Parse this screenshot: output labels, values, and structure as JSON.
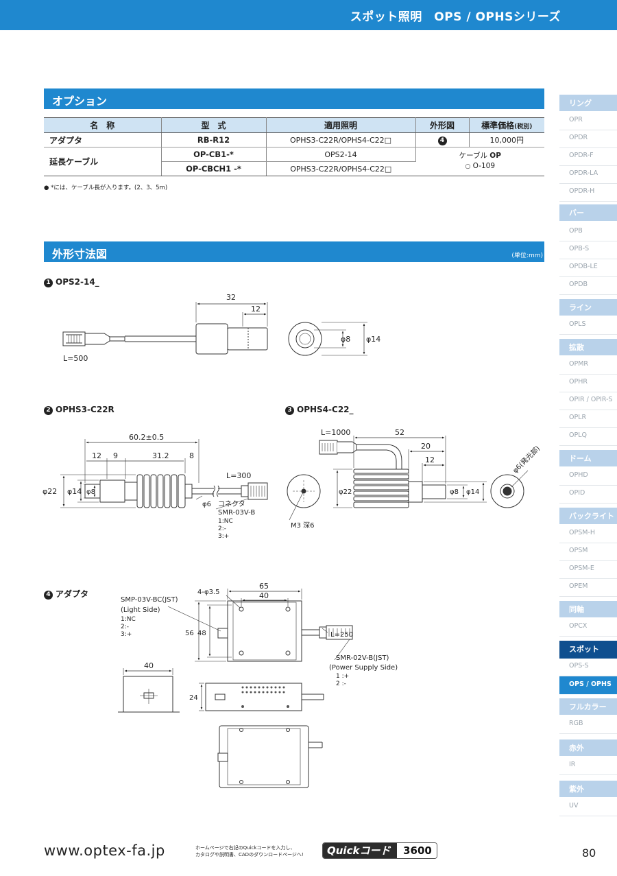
{
  "header": {
    "title": "スポット照明　OPS / OPHSシリーズ"
  },
  "options": {
    "heading": "オプション",
    "columns": [
      "名　称",
      "型　式",
      "適用照明",
      "外形図",
      "標準価格"
    ],
    "price_suffix": "(税別)",
    "rows": [
      {
        "name": "アダプタ",
        "model": "RB-R12",
        "applies": "OPHS3-C22R/OPHS4-C22□",
        "fig": "4",
        "price": "10,000円"
      },
      {
        "name": "延長ケーブル",
        "model": "OP-CB1-*",
        "applies": "OPS2-14",
        "cable_line1": "ケーブル",
        "cable_bold": "OP",
        "cable_line2": "O-109"
      },
      {
        "model": "OP-CBCH1 -*",
        "applies": "OPHS3-C22R/OPHS4-C22□"
      }
    ],
    "note": "● *には、ケーブル長が入ります。(2、3、5m)"
  },
  "dimensions": {
    "heading": "外形寸法図",
    "unit": "(単位:mm)",
    "fig1": {
      "num": "1",
      "title": "OPS2-14_",
      "labels": {
        "len": "32",
        "tip": "12",
        "d_inner": "φ8",
        "d_outer": "φ14",
        "cable": "L=500"
      }
    },
    "fig2": {
      "num": "2",
      "title": "OPHS3-C22R",
      "labels": {
        "total": "60.2±0.5",
        "a": "12",
        "b": "9",
        "c": "31.2",
        "d": "8",
        "d22": "φ22",
        "d14": "φ14",
        "d8": "φ8",
        "d6": "φ6",
        "cable": "L=300",
        "conn": "コネクタ",
        "conn_model": "SMR-03V-B",
        "pin1": "1:NC",
        "pin2": "2:-",
        "pin3": "3:+"
      }
    },
    "fig3": {
      "num": "3",
      "title": "OPHS4-C22_",
      "labels": {
        "cable": "L=1000",
        "total": "52",
        "b": "20",
        "c": "12",
        "d22": "φ22",
        "d8": "φ8",
        "d14": "φ14",
        "m3": "M3 深6",
        "emit": "φ6(発光部)"
      }
    },
    "fig4": {
      "num": "4",
      "title": "アダプタ",
      "labels": {
        "smp": "SMP-03V-BC(JST)",
        "light": "(Light Side)",
        "p1": "1:NC",
        "p2": "2:-",
        "p3": "3:+",
        "holes": "4-φ3.5",
        "w65": "65",
        "w40": "40",
        "h56": "56",
        "h48": "48",
        "cable": "L=250",
        "smr": "SMR-02V-B(JST)",
        "power": "(Power Supply Side)",
        "q1": "1 :+",
        "q2": "2 :-",
        "side40": "40",
        "h24": "24"
      }
    }
  },
  "sidebar": {
    "groups": [
      {
        "cat": "リング",
        "items": [
          "OPR",
          "OPDR",
          "OPDR-F",
          "OPDR-LA",
          "OPDR-H"
        ]
      },
      {
        "cat": "バー",
        "items": [
          "OPB",
          "OPB-S",
          "OPDB-LE",
          "OPDB"
        ]
      },
      {
        "cat": "ライン",
        "items": [
          "OPLS"
        ]
      },
      {
        "cat": "拡散",
        "items": [
          "OPMR",
          "OPHR",
          "OPIR / OPIR-S",
          "OPLR",
          "OPLQ"
        ]
      },
      {
        "cat": "ドーム",
        "items": [
          "OPHD",
          "OPID"
        ]
      },
      {
        "cat": "バックライト",
        "items": [
          "OPSM-H",
          "OPSM",
          "OPSM-E",
          "OPEM"
        ]
      },
      {
        "cat": "同軸",
        "items": [
          "OPCX"
        ]
      },
      {
        "cat": "スポット",
        "items": [
          "OPS-S",
          "OPS / OPHS"
        ],
        "active": true
      },
      {
        "cat": "フルカラー",
        "items": [
          "RGB"
        ]
      },
      {
        "cat": "赤外",
        "items": [
          "IR"
        ]
      },
      {
        "cat": "紫外",
        "items": [
          "UV"
        ]
      }
    ]
  },
  "footer": {
    "url": "www.optex-fa.jp",
    "text_line1": "ホームページで右記のQuickコードを入力し、",
    "text_line2": "カタログや説明書、CADのダウンロードページへ!",
    "quick_label": "Quickコード",
    "quick_code": "3600",
    "page": "80"
  }
}
